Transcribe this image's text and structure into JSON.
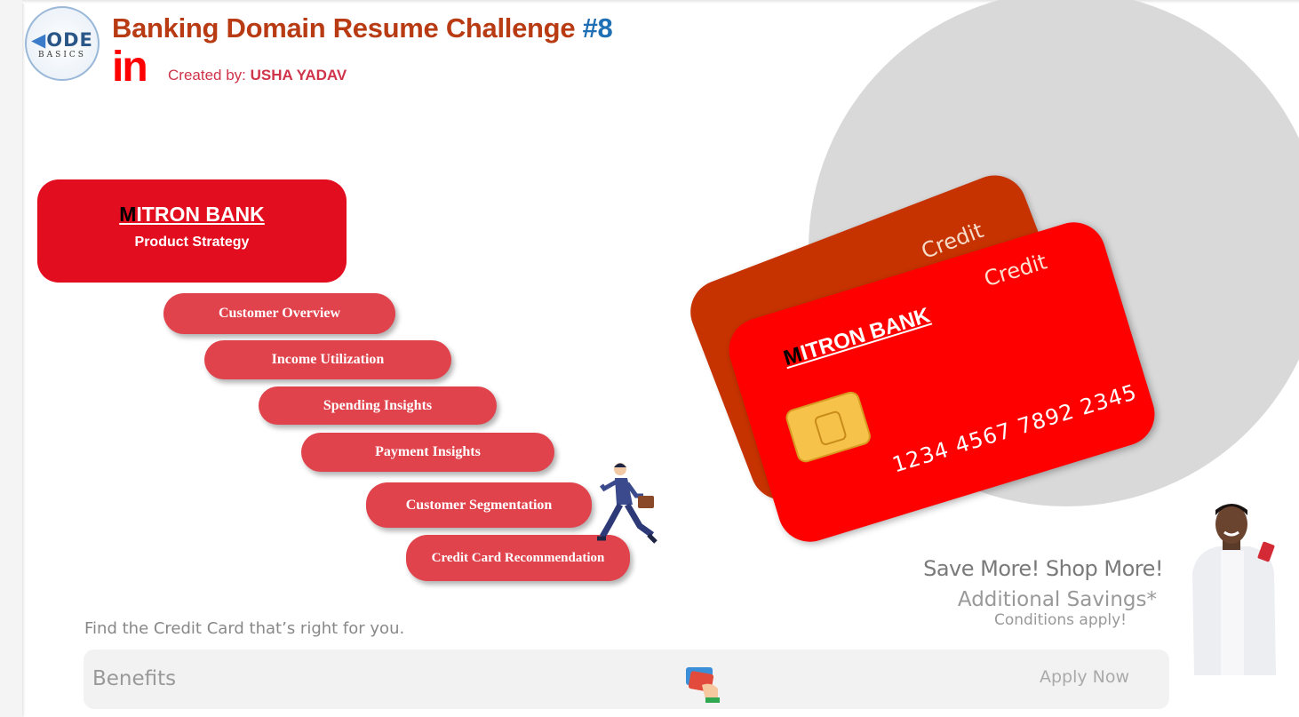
{
  "header": {
    "title": "Banking Domain Resume Challenge",
    "title_number": "#8",
    "created_label": "Created by:",
    "author": "USHA YADAV",
    "linkedin": "in",
    "logo_top": "ODE",
    "logo_bottom": "BASICS"
  },
  "brand": {
    "initial": "M",
    "rest": "ITRON BANK",
    "subtitle": "Product Strategy"
  },
  "nav": [
    {
      "label": "Customer Overview"
    },
    {
      "label": "Income Utilization"
    },
    {
      "label": "Spending Insights"
    },
    {
      "label": "Payment Insights"
    },
    {
      "label": "Customer Segmentation"
    },
    {
      "label": "Credit Card Recommendation"
    }
  ],
  "cards": {
    "back_label": "Credit",
    "front_label": "Credit",
    "number": "1234 4567 7892 2345"
  },
  "promo": {
    "headline": "Save More! Shop More!",
    "sub": "Additional Savings*",
    "note": "Conditions apply!"
  },
  "footer": {
    "tagline": "Find the Credit Card that’s right for you.",
    "benefits": "Benefits",
    "apply": "Apply Now"
  },
  "colors": {
    "accent": "#e20d1f",
    "pill": "#e0434c",
    "title": "#b83b14"
  }
}
